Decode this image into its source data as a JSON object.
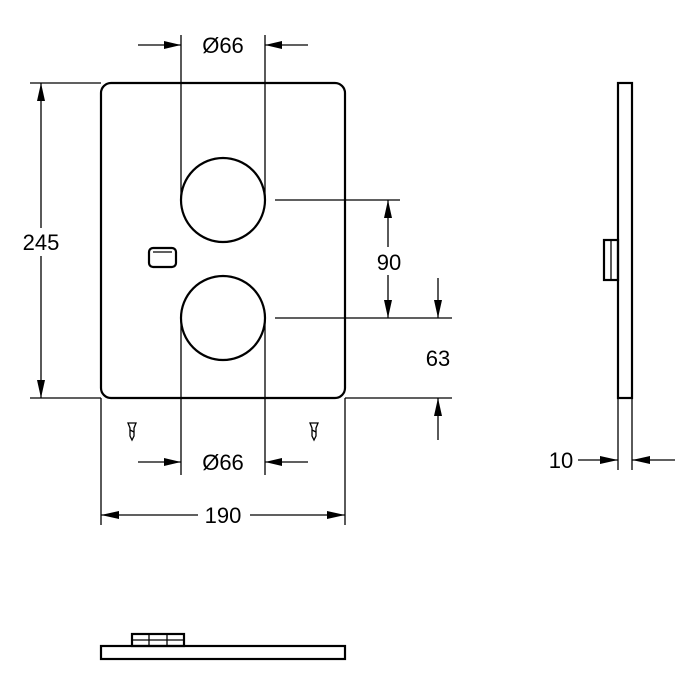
{
  "drawing": {
    "front_view": {
      "dimensions": {
        "bore_diameter_top": "Ø66",
        "bore_diameter_bottom": "Ø66",
        "height": "245",
        "width": "190",
        "bore_spacing": "90",
        "lower_offset": "63"
      }
    },
    "side_view": {
      "dimensions": {
        "thickness": "10"
      }
    }
  }
}
